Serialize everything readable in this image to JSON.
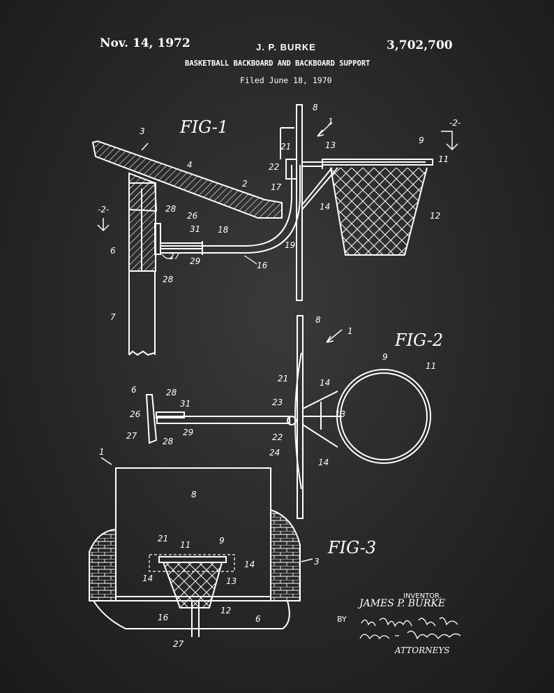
{
  "header": {
    "date": "Nov. 14, 1972",
    "inventor": "J. P. BURKE",
    "patent_number": "3,702,700",
    "title": "BASKETBALL BACKBOARD AND BACKBOARD SUPPORT",
    "filed": "Filed June 18, 1970"
  },
  "figures": {
    "fig1": "FIG-1",
    "fig2": "FIG-2",
    "fig3": "FIG-3"
  },
  "section_marks": {
    "two": "-2-"
  },
  "reference_numerals": {
    "n1": "1",
    "n2": "2",
    "n3": "3",
    "n4": "4",
    "n6": "6",
    "n7": "7",
    "n8": "8",
    "n9": "9",
    "n11": "11",
    "n12": "12",
    "n13": "13",
    "n14": "14",
    "n16": "16",
    "n17": "17",
    "n18": "18",
    "n19": "19",
    "n21": "21",
    "n22": "22",
    "n23": "23",
    "n24": "24",
    "n26": "26",
    "n27": "27",
    "n28": "28",
    "n29": "29",
    "n31": "31"
  },
  "signature_block": {
    "inventor_caption": "INVENTOR.",
    "inventor_name": "JAMES P. BURKE",
    "by": "BY",
    "attorneys_caption": "ATTORNEYS"
  },
  "colors": {
    "background": "#2a2a2a",
    "ink": "#ffffff"
  }
}
